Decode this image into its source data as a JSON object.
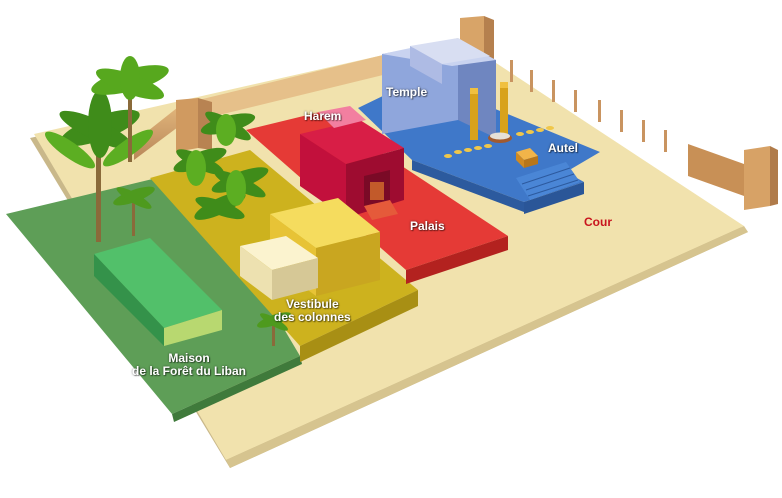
{
  "labels": {
    "temple": "Temple",
    "harem": "Harem",
    "autel": "Autel",
    "palais": "Palais",
    "cour": "Cour",
    "vestibule_1": "Vestibule",
    "vestibule_2": "des colonnes",
    "maison_1": "Maison",
    "maison_2": "de la Forêt du Liban"
  },
  "colors": {
    "court": "#f1e2ad",
    "forest_zone": "#5e9e57",
    "olive_zone": "#cdb21e",
    "palace_zone": "#e53a36",
    "temple_zone": "#3f78c9",
    "harem_building": "#c2103c",
    "temple_building": "#b8c4e8",
    "maison_building": "#3fae5a",
    "vestibule_building": "#f0d248",
    "wall": "#d9a86a",
    "palm": "#4e9a1e"
  }
}
